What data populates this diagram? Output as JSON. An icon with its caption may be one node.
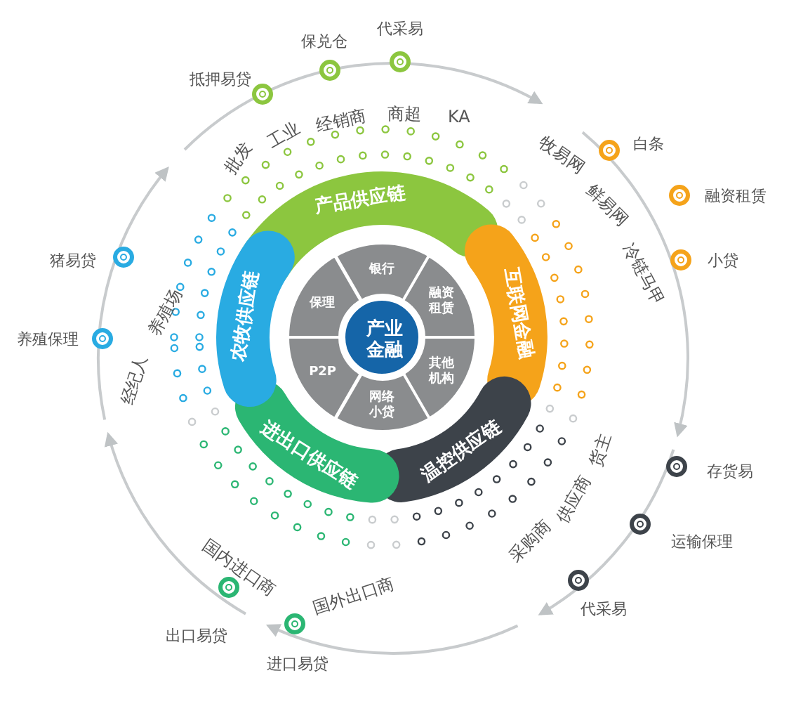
{
  "diagram": {
    "nodes": [
      {
        "text": [
          "产业金融"
        ]
      },
      {
        "text": [
          "银行"
        ]
      },
      {
        "text": [
          "融资租赁"
        ]
      },
      {
        "text": [
          "其他机构"
        ]
      },
      {
        "text": [
          "网络小贷"
        ]
      },
      {
        "text": [
          "P2P"
        ]
      },
      {
        "text": [
          "保理"
        ]
      },
      {
        "text": [
          "产品供应链"
        ]
      },
      {
        "text": [
          "互联网金融"
        ]
      },
      {
        "text": [
          "温控供应链"
        ]
      },
      {
        "text": [
          "进出口供应链"
        ]
      },
      {
        "text": [
          "农牧供应链"
        ]
      }
    ],
    "labels": [
      "保兑仓",
      "代采易",
      "抵押易贷",
      "批发",
      "工业",
      "经销商",
      "商超",
      "KA",
      "白条",
      "牧易网",
      "鲜易网",
      "融资租赁",
      "冷链马甲",
      "猪易贷",
      "养殖场",
      "小贷",
      "养殖保理",
      "经纪人",
      "存货易",
      "货主",
      "供应商",
      "运输保理",
      "采购商",
      "国内进口商",
      "国外出口商",
      "代采易",
      "出口易贷",
      "进口易贷"
    ]
  }
}
